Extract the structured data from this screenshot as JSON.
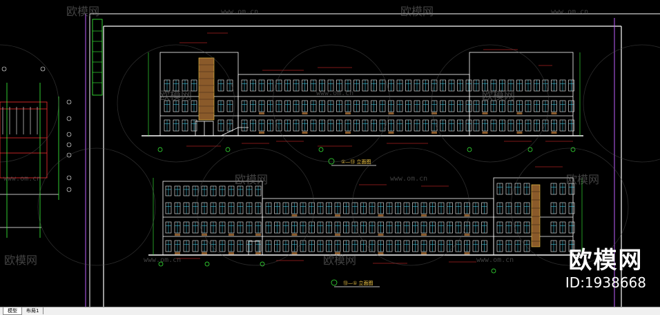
{
  "watermark": {
    "brand_text": "欧模网",
    "url_text": "www.om.cn"
  },
  "drawing": {
    "title_top": "①—⑬ 立面图",
    "title_bottom": "⑬—① 立面图"
  },
  "brand": {
    "logo_text": "欧模网",
    "id_text": "ID:1938668"
  },
  "tabs": [
    {
      "label": "模型"
    },
    {
      "label": "布局1"
    }
  ],
  "colors": {
    "background": "#000000",
    "line_white": "#ffffff",
    "line_red": "#ff3030",
    "line_green": "#3cff3c",
    "line_yellow": "#ffd24a",
    "line_cyan": "#4de3ff",
    "frame_magenta": "#c060ff",
    "wood": "#8a5a2a"
  }
}
